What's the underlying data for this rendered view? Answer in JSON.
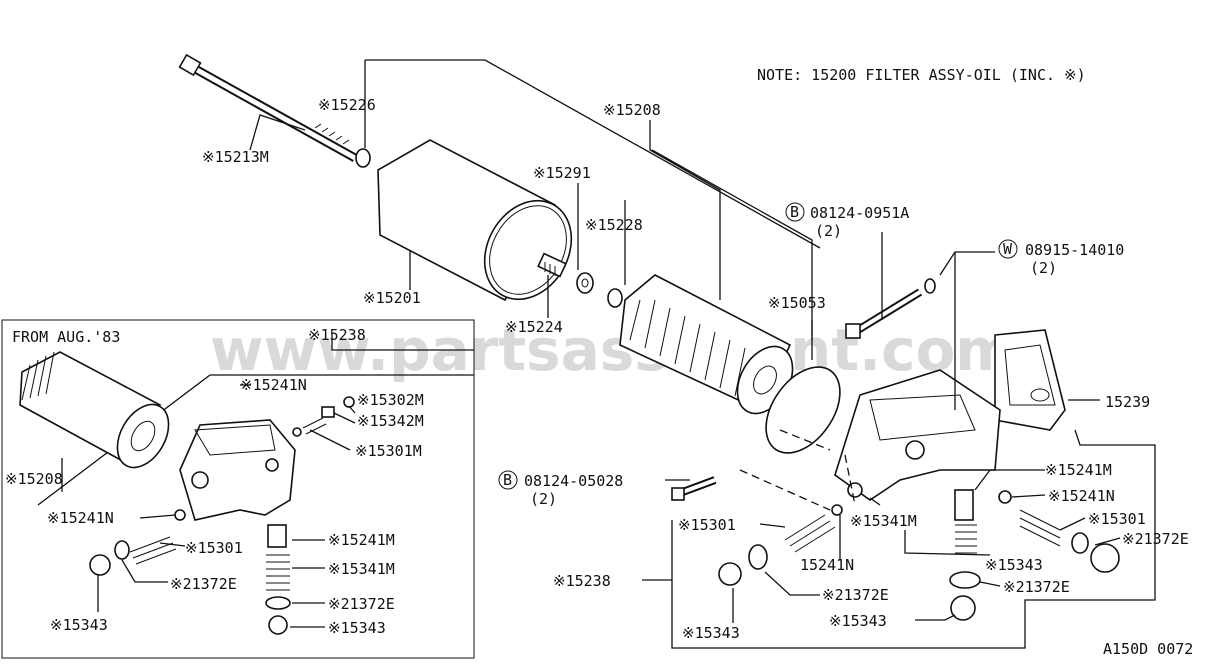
{
  "note": "NOTE: 15200 FILTER ASSY-OIL (INC. ※)",
  "from_note": "FROM AUG.'83",
  "figure_code": "A150D 0072",
  "watermark": "www.partsassistant.com",
  "labels": {
    "p15226": "※15226",
    "p15213M": "※15213M",
    "p15208_top": "※15208",
    "p15291": "※15291",
    "p15228": "※15228",
    "p15201": "※15201",
    "p15224": "※15224",
    "p15053": "※15053",
    "b_0951A": "08124-0951A",
    "b_0951A_qty": "(2)",
    "w_14010": "08915-14010",
    "w_14010_qty": "(2)",
    "p15239": "15239",
    "p15238_left": "※15238",
    "p15241N_a": "※15241N",
    "p15302M": "※15302M",
    "p15342M": "※15342M",
    "p15301_a": "※15301M",
    "p15208_left": "※15208",
    "p15241N_b": "※15241N",
    "p15301_b": "※15301",
    "p15241M_a": "※15241M",
    "p15341M_a": "※15341M",
    "p21372E_a": "※21372E",
    "p21372E_b": "※21372E",
    "p15343_a": "※15343",
    "p15343_b": "※15343",
    "b_05028": "08124-05028",
    "b_05028_qty": "(2)",
    "p15241M_b": "※15241M",
    "p15241N_c": "※15241N",
    "p15301_c": "※15301",
    "p15301_d": "※15301",
    "p15341M_b": "※15341M",
    "p15241N_d": "15241N",
    "p21372E_c": "※21372E",
    "p15343_c": "※15343",
    "p15238_right": "※15238",
    "p21372E_d": "※21372E",
    "p21372E_e": "※21372E",
    "p15343_d": "※15343",
    "p15343_e": "※15343"
  },
  "symbols": {
    "bolt": "B",
    "washer": "W"
  }
}
